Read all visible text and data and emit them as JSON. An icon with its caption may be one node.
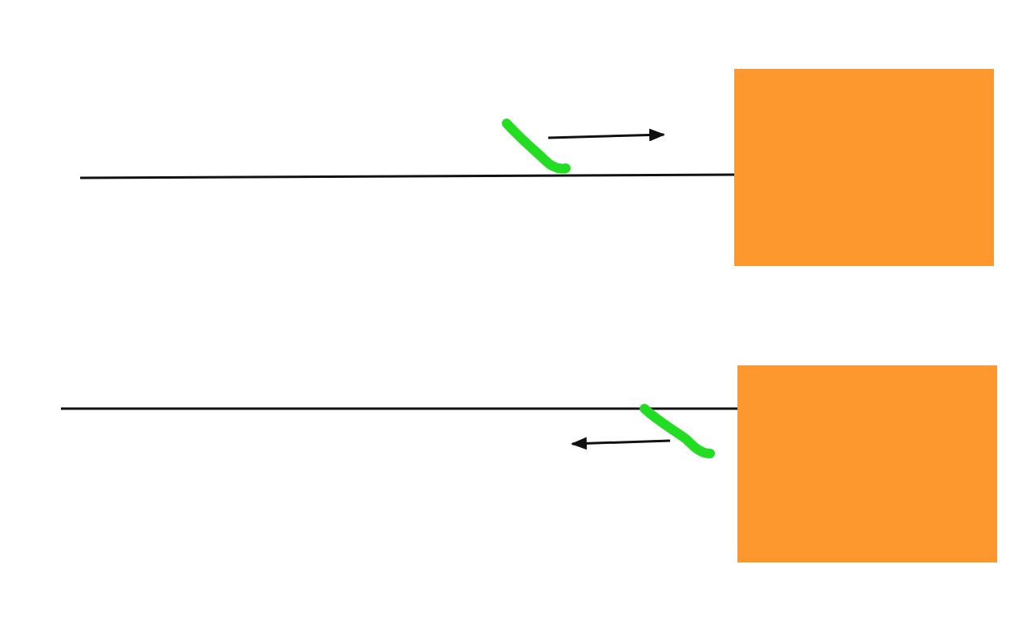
{
  "diagram": {
    "nodes": [
      {
        "text": [],
        "shape": "box"
      },
      {
        "text": [],
        "shape": "box"
      }
    ],
    "edges": [
      {
        "from": null,
        "to": 0,
        "arrow": "none"
      },
      {
        "from": null,
        "to": 1,
        "arrow": "none"
      }
    ]
  }
}
